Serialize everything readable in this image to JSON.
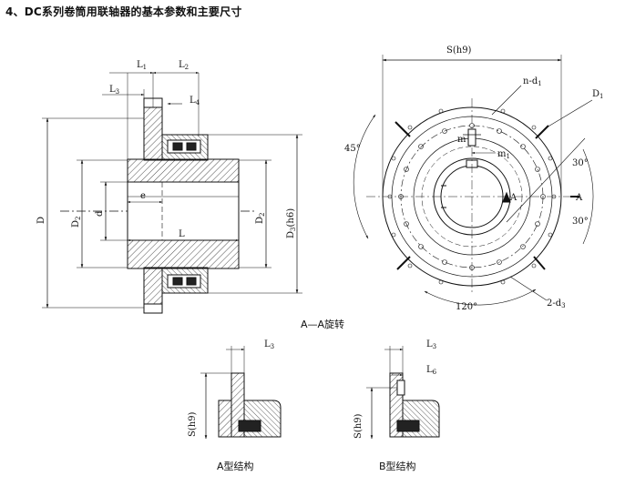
{
  "title": "4、DC系列卷筒用联轴器的基本参数和主要尺寸",
  "main_drawing": {
    "L1": {
      "main": "L",
      "sub": "1"
    },
    "L2": {
      "main": "L",
      "sub": "2"
    },
    "L3": {
      "main": "L",
      "sub": "3"
    },
    "L4": {
      "main": "L",
      "sub": "4"
    },
    "D": "D",
    "D2_left": {
      "main": "D",
      "sub": "2"
    },
    "d": "d",
    "e": "e",
    "L": "L",
    "D2_right": {
      "main": "D",
      "sub": "2"
    },
    "D3": {
      "main": "D",
      "sub": "3",
      "tail": "(h6)"
    }
  },
  "section_view": {
    "S": "S(h9)",
    "nd1": {
      "main": "n-d",
      "sub": "1"
    },
    "D1": {
      "main": "D",
      "sub": "1"
    },
    "angle45": "45°",
    "m": "m",
    "m1": {
      "main": "m",
      "sub": "1"
    },
    "angle30_top": "30°",
    "A_right": "A",
    "angle30_bottom": "30°",
    "A_left": "A",
    "twod3": {
      "main": "2-d",
      "sub": "3"
    },
    "angle120": "120°",
    "caption": "A—A旋转"
  },
  "type_a": {
    "L3": {
      "main": "L",
      "sub": "3"
    },
    "S": "S(h9)",
    "caption": "A型结构"
  },
  "type_b": {
    "L3": {
      "main": "L",
      "sub": "3"
    },
    "L6": {
      "main": "L",
      "sub": "6"
    },
    "S": "S(h9)",
    "caption": "B型结构"
  }
}
